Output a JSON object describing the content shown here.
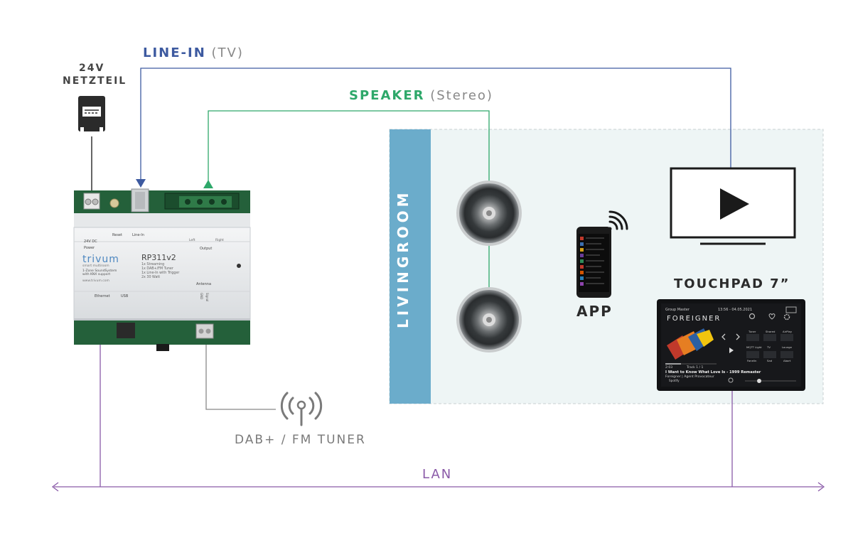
{
  "labels": {
    "line_in": "LINE-IN",
    "line_in_note": "(TV)",
    "speaker": "SPEAKER",
    "speaker_note": "(Stereo)",
    "psu_line1": "24V",
    "psu_line2": "NETZTEIL",
    "room": "LIVINGROOM",
    "app": "APP",
    "touchpad": "TOUCHPAD 7”",
    "tuner": "DAB+ / FM TUNER",
    "lan": "LAN"
  },
  "device": {
    "brand": "trivum",
    "brand_sub1": "smart multiroom",
    "brand_sub2": "1-Zone SoundSystem",
    "brand_sub3": "with KNX support",
    "url": "www.trivum.com",
    "model": "RP311v2",
    "feature1": "1x Streaming",
    "feature2": "1x DAB+/FM Tuner",
    "feature3": "1x Line-In with Trigger",
    "feature4": "2x 30 Watt",
    "port_24vdc": "24V DC",
    "port_power": "Power",
    "port_reset": "Reset",
    "port_linein": "Line-In",
    "port_left": "Left",
    "port_right": "Right",
    "port_output": "Output",
    "port_antenna": "Antenna",
    "port_gnd": "GND",
    "port_signal": "Signal",
    "port_ethernet": "Ethernet",
    "port_usb": "USB"
  },
  "touchpad_screen": {
    "zone": "Group Master",
    "time": "13:56 - 04.05.2021",
    "artist_logo": "FOREIGNER",
    "track": "I Want to Know What Love Is - 1999 Remaster",
    "artist": "Foreigner | Agent Provocateur",
    "elapsed": "2:03",
    "track_no": "Track 1 / 1",
    "source": "Spotify",
    "grid_labels": [
      "Tuner",
      "Shared",
      "AirPlay",
      "MQTT Light",
      "TV",
      "Lounge",
      "Fanelin",
      "Sad",
      "Abort"
    ]
  },
  "colors": {
    "line_in": "#3d5aa0",
    "speaker": "#2ea86a",
    "lan": "#8a5aa8",
    "room_band": "#6baccb",
    "room_bg": "#eef5f5",
    "pcb": "#24603a"
  }
}
